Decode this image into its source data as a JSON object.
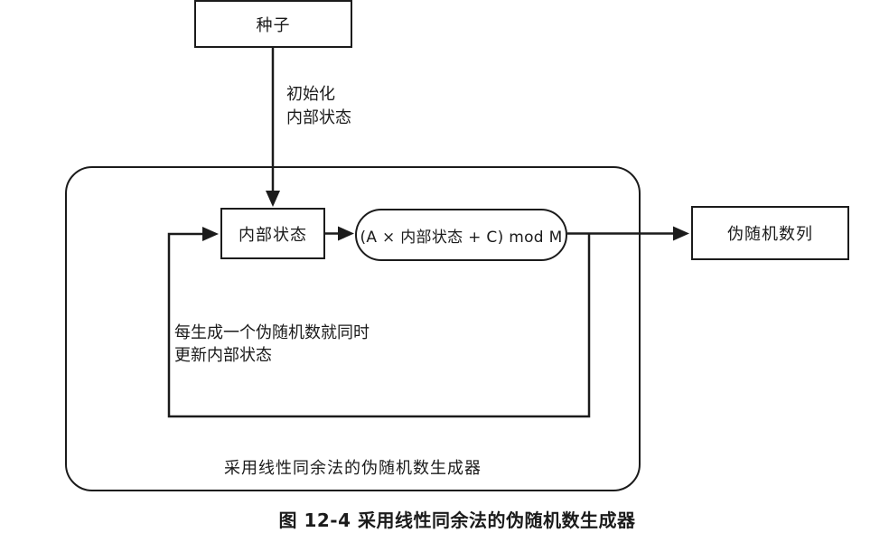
{
  "figure": {
    "caption": "图 12-4  采用线性同余法的伪随机数生成器"
  },
  "diagram": {
    "seed_label": "种子",
    "init_arrow_label": "初始化\n内部状态",
    "internal_state_label": "内部状态",
    "formula_label": "(A × 内部状态 + C) mod M",
    "output_label": "伪随机数列",
    "update_note": "每生成一个伪随机数就同时\n更新内部状态",
    "generator_box_label": "采用线性同余法的伪随机数生成器"
  },
  "colors": {
    "line": "#1b1b1b",
    "background": "#ffffff"
  }
}
